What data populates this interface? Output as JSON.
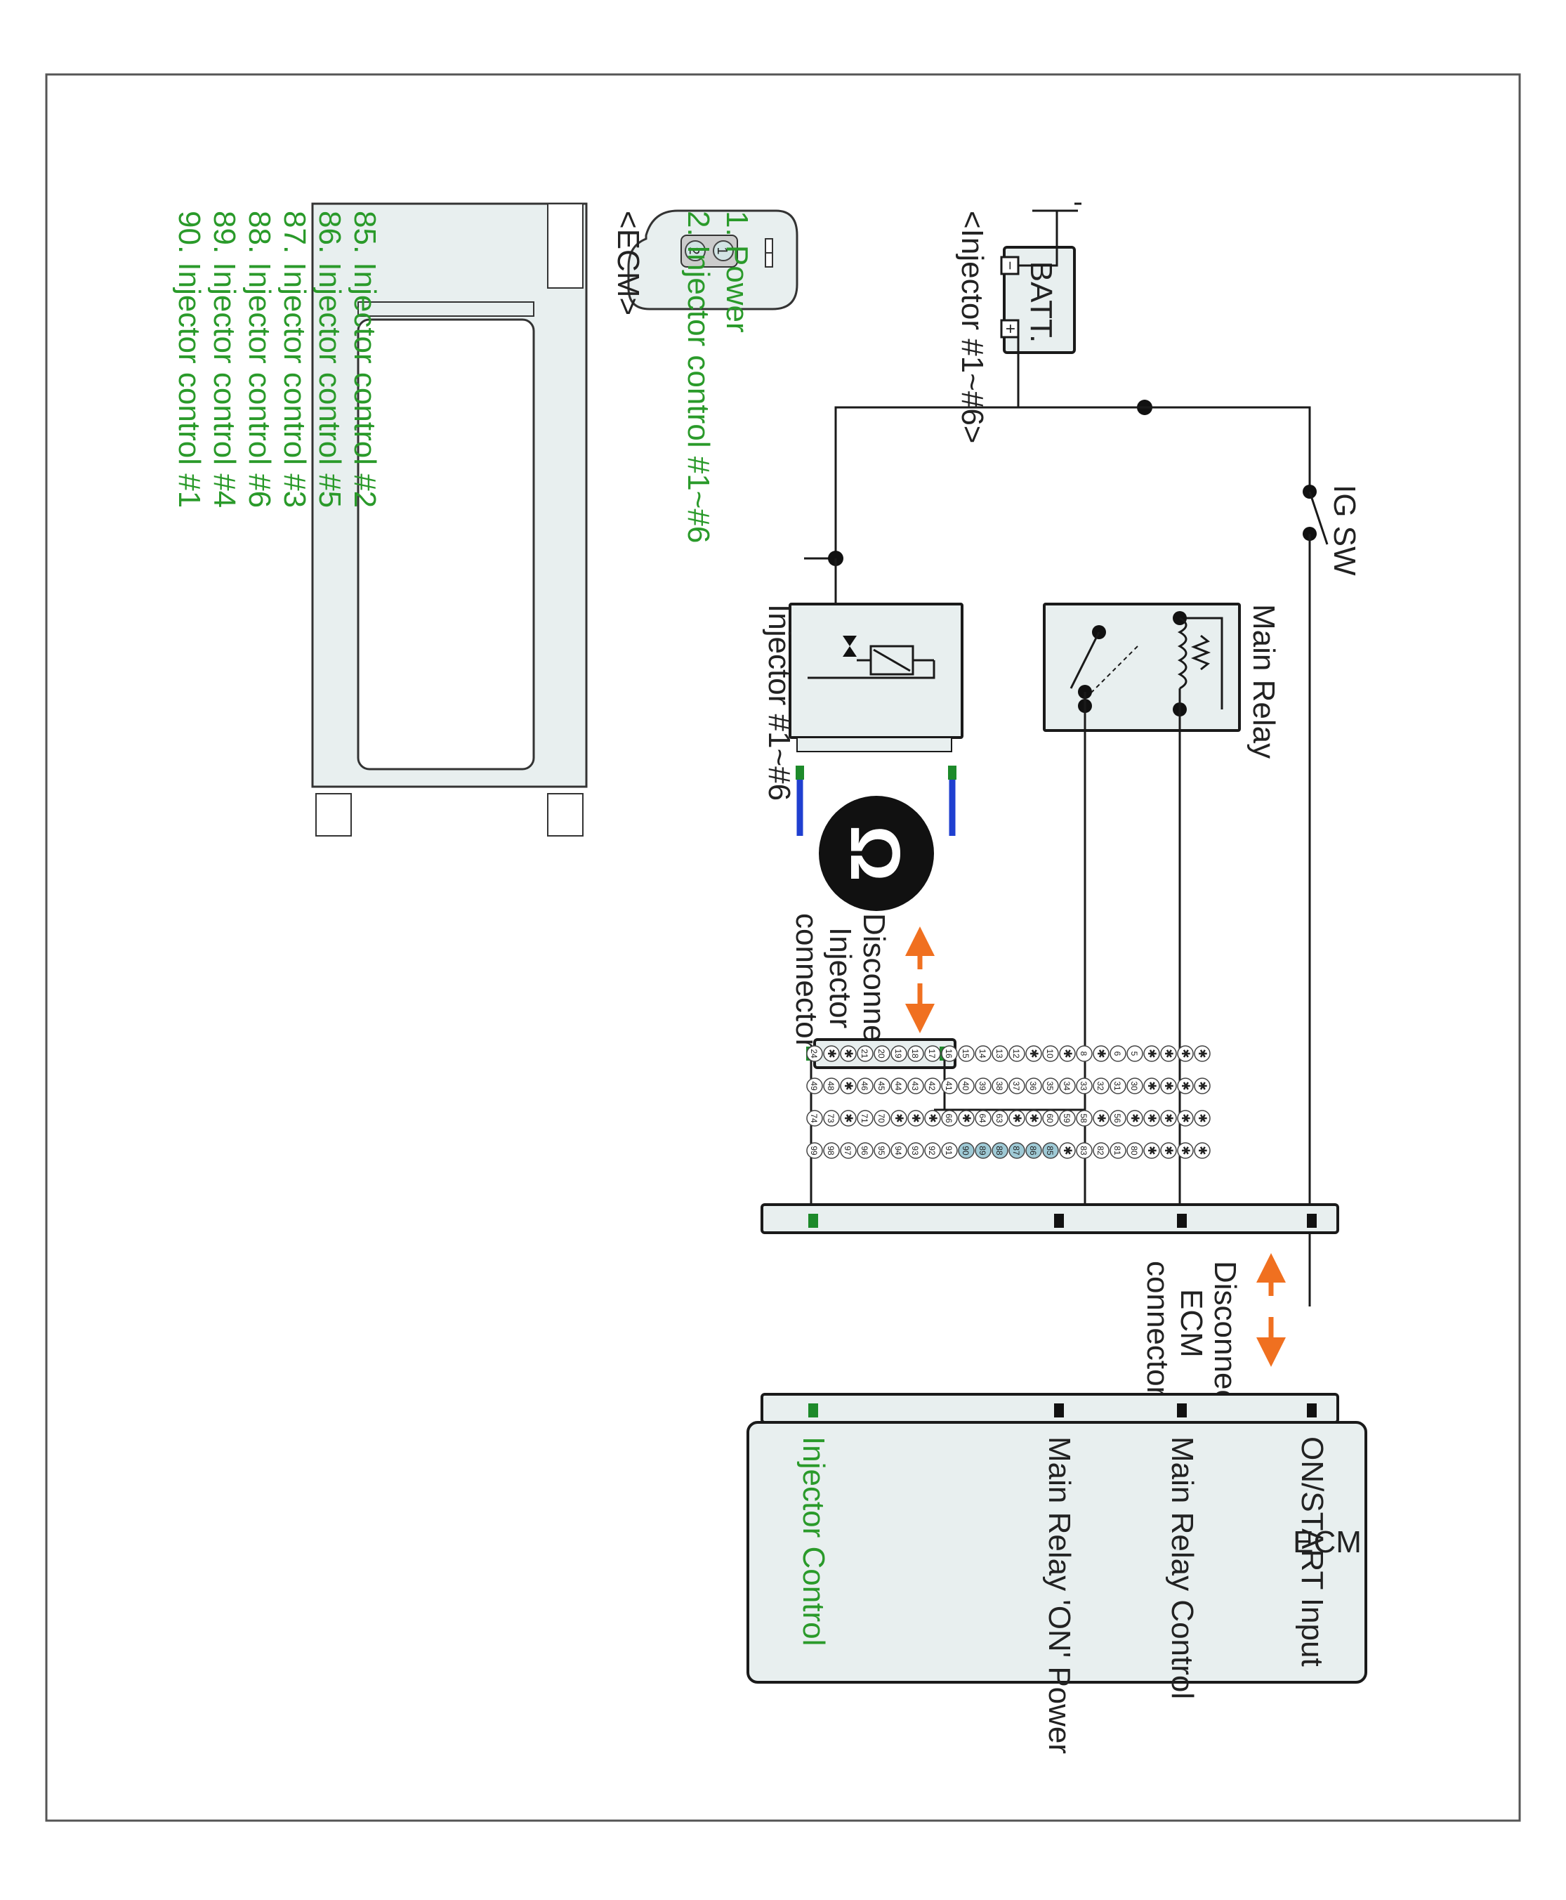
{
  "colors": {
    "label": "#222222",
    "green": "#2a9a2a",
    "orange": "#f07020",
    "wire_blue": "#1f3fd0",
    "box_fill": "#e8efef",
    "pin_black": "#111111",
    "pin_green": "#1d8a2a"
  },
  "battery": {
    "label": "BATT.",
    "minus": "−",
    "plus": "+"
  },
  "ig_switch": {
    "label": "IG SW"
  },
  "main_relay": {
    "label": "Main Relay"
  },
  "injector_circuit": {
    "label": "Injector #1~#6"
  },
  "ohmmeter": {
    "symbol": "Ω",
    "icon": "ohmmeter-icon"
  },
  "injector_disconnect": {
    "lines": [
      "Disconnect",
      "Injector",
      "connector"
    ]
  },
  "ecm_disconnect": {
    "lines": [
      "Disconnect",
      "ECM",
      "connector"
    ]
  },
  "ecm_module": {
    "title": "ECM",
    "terminals": [
      "ON/START Input",
      "Main Relay Control",
      "Main Relay 'ON' Power",
      "Injector Control"
    ]
  },
  "injector_connector": {
    "title": "<Injector #1~#6>",
    "pins": [
      "1",
      "2"
    ],
    "legend": [
      "1. Power",
      "2. Injector control #1~#6"
    ]
  },
  "ecm_connector": {
    "title": "<ECM>",
    "pin_rows": [
      [
        "24",
        "✱",
        "✱",
        "21",
        "20",
        "19",
        "18",
        "17",
        "16",
        "15",
        "14",
        "13",
        "12",
        "✱",
        "10",
        "✱",
        "8",
        "✱",
        "6",
        "5",
        "✱",
        "✱",
        "✱",
        "✱"
      ],
      [
        "49",
        "48",
        "✱",
        "46",
        "45",
        "44",
        "43",
        "42",
        "41",
        "40",
        "39",
        "38",
        "37",
        "36",
        "35",
        "34",
        "33",
        "32",
        "31",
        "30",
        "✱",
        "✱",
        "✱",
        "✱"
      ],
      [
        "74",
        "73",
        "✱",
        "71",
        "70",
        "✱",
        "✱",
        "✱",
        "66",
        "✱",
        "64",
        "63",
        "✱",
        "✱",
        "60",
        "59",
        "58",
        "✱",
        "56",
        "✱",
        "✱",
        "✱",
        "✱",
        "✱"
      ],
      [
        "99",
        "98",
        "97",
        "96",
        "95",
        "94",
        "93",
        "92",
        "91",
        "90",
        "89",
        "88",
        "87",
        "86",
        "85",
        "✱",
        "83",
        "82",
        "81",
        "80",
        "✱",
        "✱",
        "✱",
        "✱"
      ]
    ],
    "legend": [
      "85. Injector control #2",
      "86. Injector control #5",
      "87. Injector control #3",
      "88. Injector control #6",
      "89. Injector control #4",
      "90. Injector control #1"
    ]
  }
}
